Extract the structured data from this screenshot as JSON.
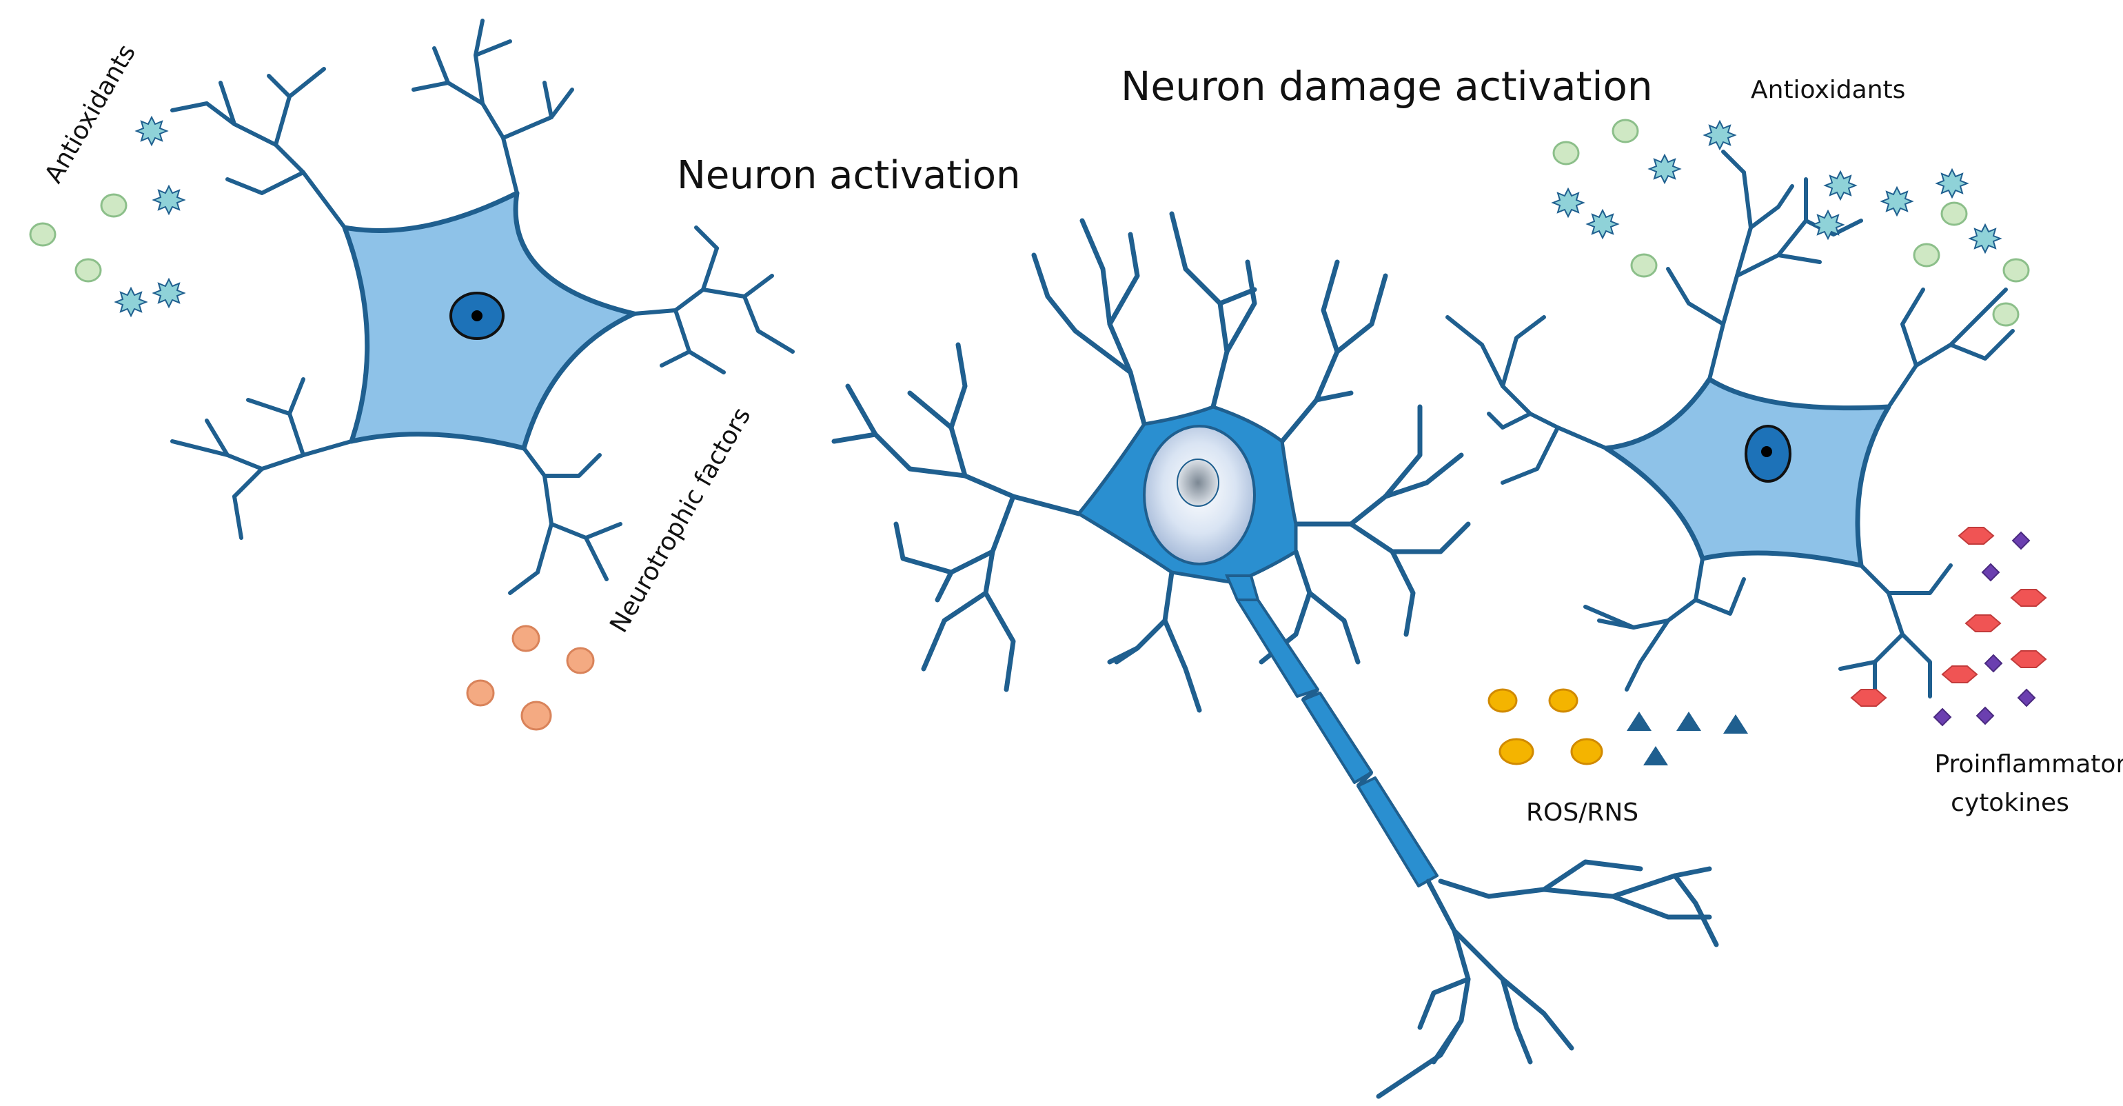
{
  "labels": {
    "antioxidants_left": "Antioxidants",
    "neurotrophic_factors": "Neurotrophic factors",
    "neuron_activation": "Neuron activation",
    "neuron_damage_activation": "Neuron damage activation",
    "antioxidants_right": "Antioxidants",
    "ros_rns": "ROS/RNS",
    "proinflammatory_line1": "Proinflammatory",
    "proinflammatory_line2": "cytokines"
  },
  "colors": {
    "background": "#ffffff",
    "neuron_outline": "#1f5f8f",
    "soma_fill_light": "#8ec2e8",
    "soma_fill_central": "#2a8fd0",
    "nucleus_dark": "#1d72b8",
    "antioxidant_bead": "#cfe8c4",
    "antioxidant_star": "#8fd2d8",
    "neurotrophic_bead": "#f4aa82",
    "ros_bead": "#f4b400",
    "rns_triangle": "#1f5f8f",
    "cytokine_hexagon": "#f05454",
    "cytokine_diamond": "#6b3fb0"
  }
}
